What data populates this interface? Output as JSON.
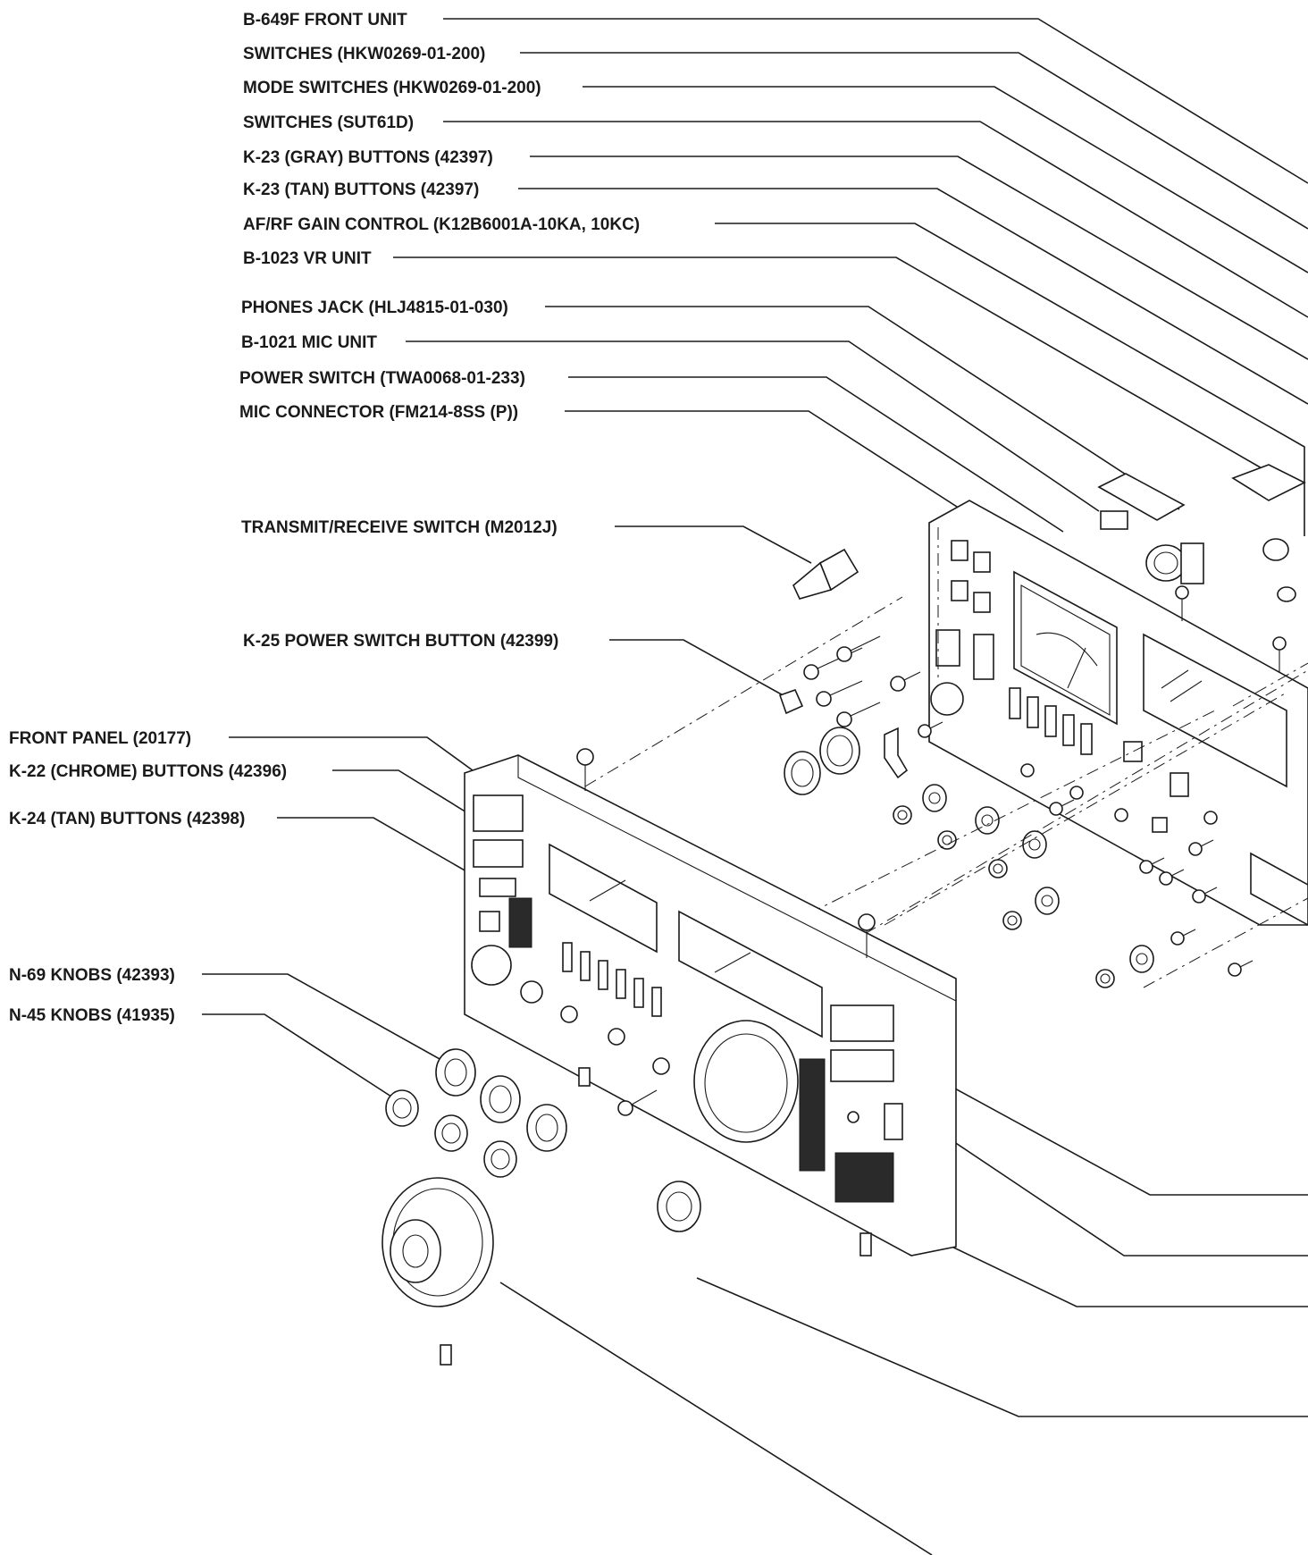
{
  "callouts": [
    {
      "id": "b649f-front-unit",
      "text": "B-649F FRONT UNIT"
    },
    {
      "id": "switches-hkw",
      "text": "SWITCHES (HKW0269-01-200)"
    },
    {
      "id": "mode-switches",
      "text": "MODE SWITCHES (HKW0269-01-200)"
    },
    {
      "id": "switches-sut",
      "text": "SWITCHES (SUT61D)"
    },
    {
      "id": "k23-gray",
      "text": "K-23 (GRAY) BUTTONS (42397)"
    },
    {
      "id": "k23-tan",
      "text": "K-23 (TAN) BUTTONS (42397)"
    },
    {
      "id": "af-rf-gain",
      "text": "AF/RF GAIN CONTROL (K12B6001A-10KA, 10KC)"
    },
    {
      "id": "b1023-vr",
      "text": "B-1023 VR UNIT"
    },
    {
      "id": "phones-jack",
      "text": "PHONES JACK (HLJ4815-01-030)"
    },
    {
      "id": "b1021-mic",
      "text": "B-1021 MIC UNIT"
    },
    {
      "id": "power-switch",
      "text": "POWER SWITCH (TWA0068-01-233)"
    },
    {
      "id": "mic-connector",
      "text": "MIC CONNECTOR (FM214-8SS (P))"
    },
    {
      "id": "tx-rx-switch",
      "text": "TRANSMIT/RECEIVE SWITCH (M2012J)"
    },
    {
      "id": "k25-power-button",
      "text": "K-25 POWER SWITCH BUTTON (42399)"
    },
    {
      "id": "front-panel",
      "text": "FRONT PANEL (20177)"
    },
    {
      "id": "k22-chrome",
      "text": "K-22 (CHROME) BUTTONS (42396)"
    },
    {
      "id": "k24-tan",
      "text": "K-24 (TAN) BUTTONS (42398)"
    },
    {
      "id": "n69-knobs",
      "text": "N-69 KNOBS (42393)"
    },
    {
      "id": "n45-knobs",
      "text": "N-45 KNOBS (41935)"
    }
  ]
}
